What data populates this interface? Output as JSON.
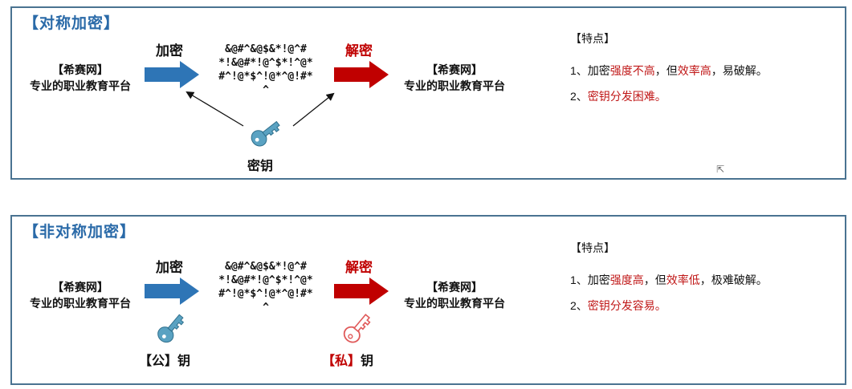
{
  "symmetric": {
    "title": "【对称加密】",
    "plaintext_left": {
      "bracket": "【希赛网】",
      "text": "专业的职业教育平台"
    },
    "plaintext_right": {
      "bracket": "【希赛网】",
      "text": "专业的职业教育平台"
    },
    "encrypt_label": "加密",
    "decrypt_label": "解密",
    "ciphertext_lines": [
      "&@#^&@$&*!@^#",
      "*!&@#*!@^$*!^@*",
      "#^!@*$^!@*^@!#*",
      "^"
    ],
    "key_label": "密钥",
    "key_color": "#5aa2c2",
    "features": {
      "heading": "【特点】",
      "items": [
        {
          "n": "1、",
          "a": "加密",
          "b": "强度不高",
          "c": "，但",
          "d": "效率高",
          "e": "，易破解。"
        },
        {
          "n": "2、",
          "a": "密钥分发困难。"
        }
      ]
    }
  },
  "asymmetric": {
    "title": "【非对称加密】",
    "plaintext_left": {
      "bracket": "【希赛网】",
      "text": "专业的职业教育平台"
    },
    "plaintext_right": {
      "bracket": "【希赛网】",
      "text": "专业的职业教育平台"
    },
    "encrypt_label": "加密",
    "decrypt_label": "解密",
    "ciphertext_lines": [
      "&@#^&@$&*!@^#",
      "*!&@#*!@^$*!^@*",
      "#^!@*$^!@*^@!#*",
      "^"
    ],
    "public_key": {
      "bracket": "【公】",
      "suffix": "钥",
      "color": "#5aa2c2"
    },
    "private_key": {
      "bracket": "【私】",
      "suffix": "钥",
      "color": "#e05a5a"
    },
    "features": {
      "heading": "【特点】",
      "items": [
        {
          "n": "1、",
          "a": "加密",
          "b": "强度高",
          "c": "，但",
          "d": "效率低",
          "e": "，极难破解。"
        },
        {
          "n": "2、",
          "a": "密钥分发容易。"
        }
      ]
    }
  },
  "colors": {
    "border": "#4a7391",
    "title": "#2a6aa8",
    "blue_arrow": "#2e75b6",
    "red_arrow": "#c00000",
    "highlight": "#c01818"
  }
}
